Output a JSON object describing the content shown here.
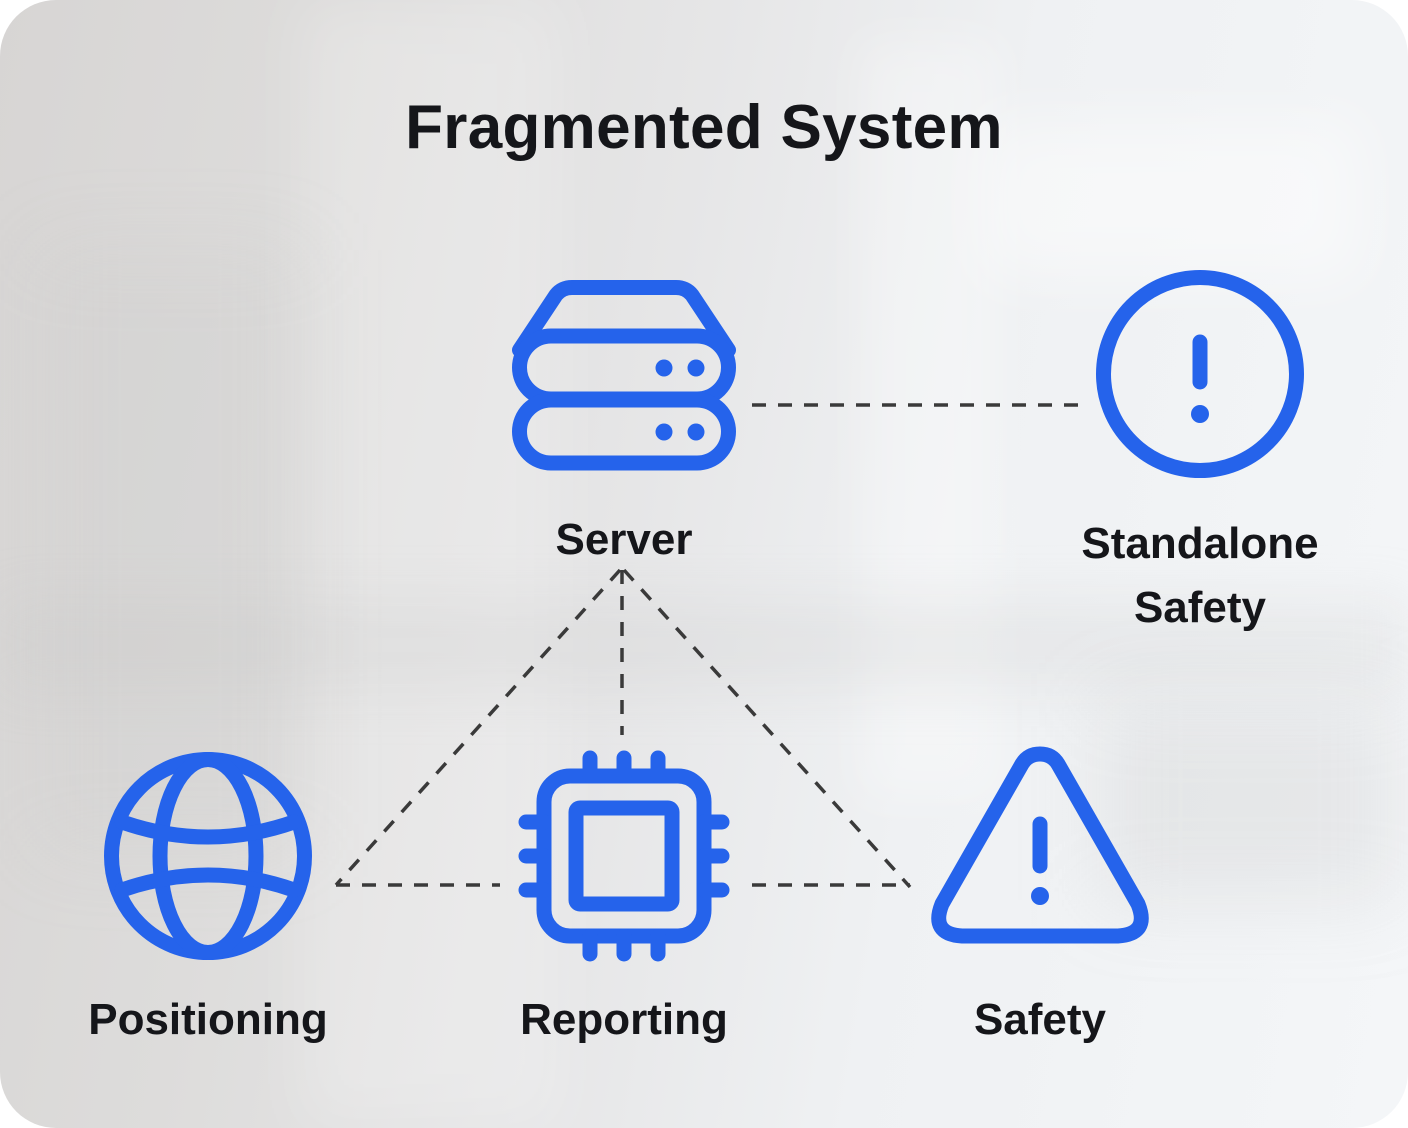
{
  "title": "Fragmented System",
  "colors": {
    "icon": "#2563EB",
    "connector": "#3a3a3a",
    "text": "#15161a"
  },
  "nodes": [
    {
      "id": "server",
      "label": "Server",
      "icon": "server-icon"
    },
    {
      "id": "standalone-safety",
      "label": "Standalone Safety",
      "label_lines": [
        "Standalone",
        "Safety"
      ],
      "icon": "alert-circle-icon"
    },
    {
      "id": "positioning",
      "label": "Positioning",
      "icon": "globe-icon"
    },
    {
      "id": "reporting",
      "label": "Reporting",
      "icon": "cpu-chip-icon"
    },
    {
      "id": "safety",
      "label": "Safety",
      "icon": "warning-triangle-icon"
    }
  ],
  "edges": [
    {
      "from": "server",
      "to": "standalone-safety",
      "style": "dashed"
    },
    {
      "from": "server",
      "to": "positioning",
      "style": "dashed"
    },
    {
      "from": "server",
      "to": "reporting",
      "style": "dashed"
    },
    {
      "from": "server",
      "to": "safety",
      "style": "dashed"
    },
    {
      "from": "positioning",
      "to": "reporting",
      "style": "dashed"
    },
    {
      "from": "reporting",
      "to": "safety",
      "style": "dashed"
    }
  ]
}
